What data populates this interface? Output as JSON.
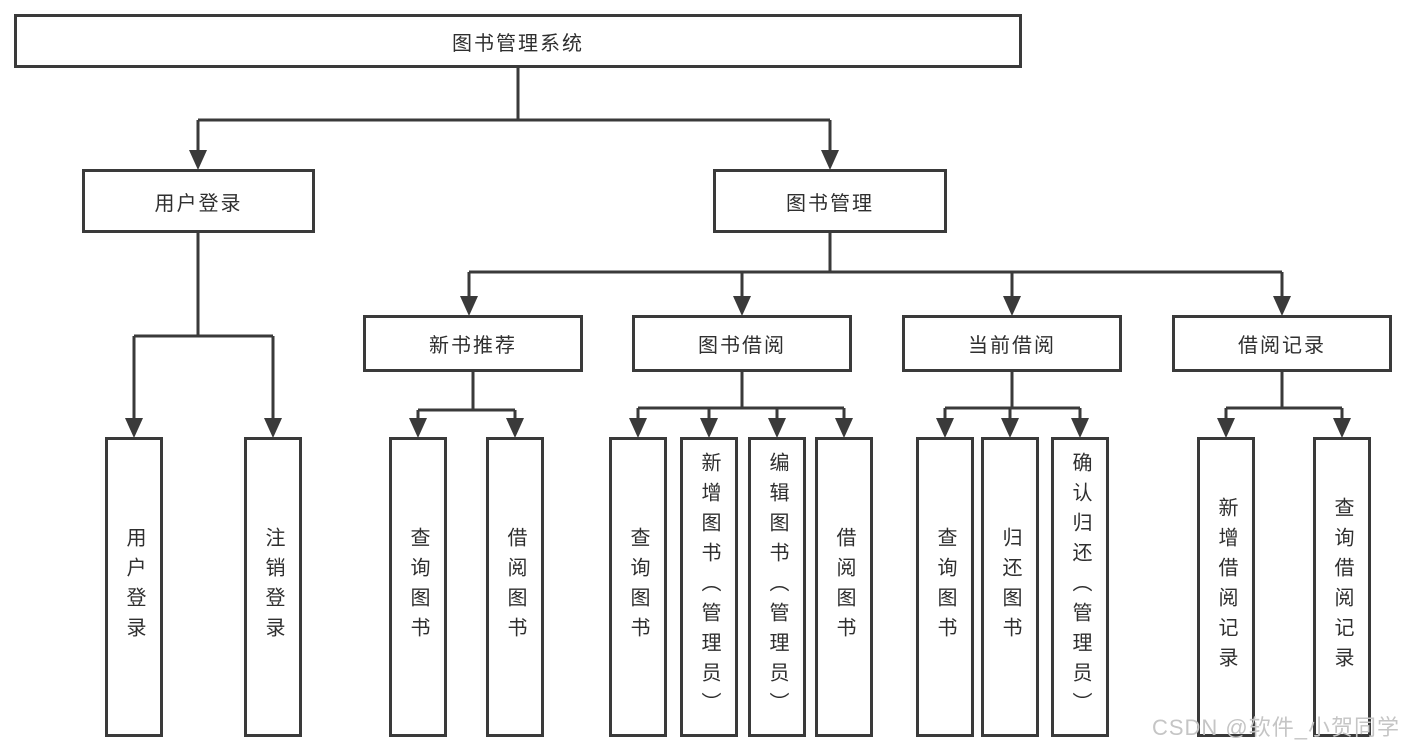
{
  "colors": {
    "line": "#3a3a3a",
    "box_border": "#3a3a3a",
    "text": "#2f2f2f",
    "watermark": "#c5c5c5",
    "background": "#ffffff"
  },
  "watermark": {
    "text": "CSDN @软件_小贺同学"
  },
  "tree": {
    "root": {
      "label": "图书管理系统"
    },
    "login": {
      "label": "用户登录",
      "children": [
        {
          "label": "用户登录"
        },
        {
          "label": "注销登录"
        }
      ]
    },
    "management": {
      "label": "图书管理",
      "modules": [
        {
          "label": "新书推荐",
          "children": [
            {
              "label": "查询图书"
            },
            {
              "label": "借阅图书"
            }
          ]
        },
        {
          "label": "图书借阅",
          "children": [
            {
              "label": "查询图书"
            },
            {
              "label": "新增图书（管理员）"
            },
            {
              "label": "编辑图书（管理员）"
            },
            {
              "label": "借阅图书"
            }
          ]
        },
        {
          "label": "当前借阅",
          "children": [
            {
              "label": "查询图书"
            },
            {
              "label": "归还图书"
            },
            {
              "label": "确认归还（管理员）"
            }
          ]
        },
        {
          "label": "借阅记录",
          "children": [
            {
              "label": "新增借阅记录"
            },
            {
              "label": "查询借阅记录"
            }
          ]
        }
      ]
    }
  }
}
